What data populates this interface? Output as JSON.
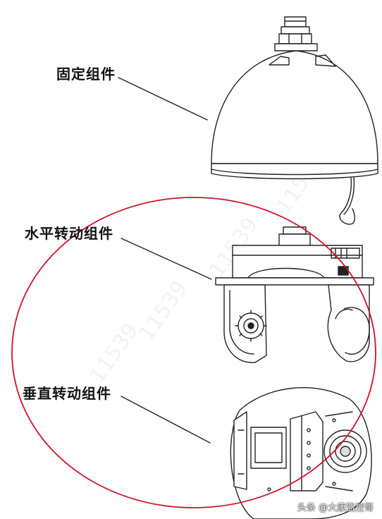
{
  "labels": {
    "fixed_assembly": "固定组件",
    "horizontal_rotation_assembly": "水平转动组件",
    "vertical_rotation_assembly": "垂直转动组件"
  },
  "watermark": "头条 @大康监控哥",
  "background_watermark": "11539",
  "colors": {
    "line": "#222222",
    "highlight_ellipse": "#d0112b",
    "background": "#ffffff"
  }
}
